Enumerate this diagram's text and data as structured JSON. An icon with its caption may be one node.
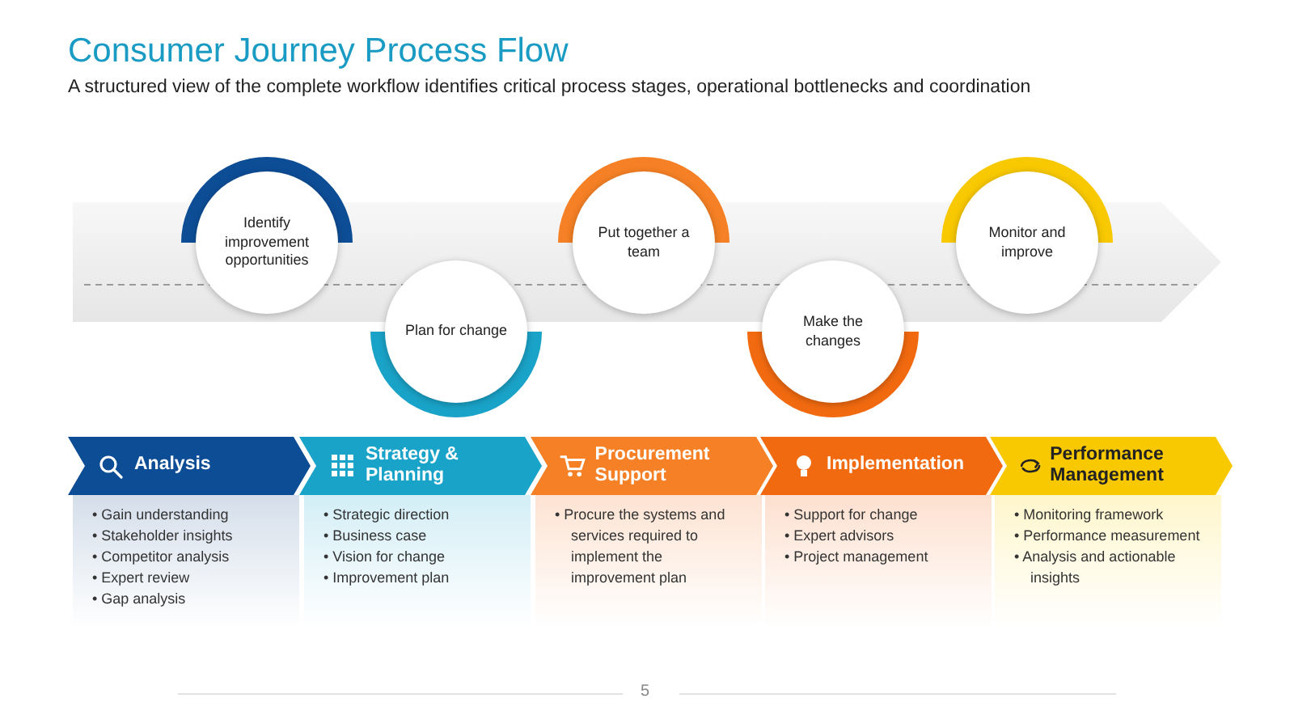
{
  "diagram": {
    "title": "Consumer Journey Process Flow",
    "nodes": [
      {
        "text": [
          "Identify improvement opportunities"
        ]
      },
      {
        "text": [
          "Plan for change"
        ]
      },
      {
        "text": [
          "Put together a team"
        ]
      },
      {
        "text": [
          "Make the changes"
        ]
      },
      {
        "text": [
          "Monitor and improve"
        ]
      },
      {
        "text": [
          "Analysis"
        ]
      },
      {
        "text": [
          "Strategy & Planning"
        ]
      },
      {
        "text": [
          "Procurement Support"
        ]
      },
      {
        "text": [
          "Implementation"
        ]
      },
      {
        "text": [
          "Performance Management"
        ]
      },
      {
        "text": [
          "• Gain understanding",
          "• Stakeholder insights",
          "• Competitor analysis",
          "• Expert review",
          "• Gap analysis"
        ]
      },
      {
        "text": [
          "• Strategic direction",
          "• Business case",
          "• Vision for change",
          "• Improvement plan"
        ]
      },
      {
        "text": [
          "• Procure the systems and services required to implement the improvement plan"
        ]
      },
      {
        "text": [
          "• Support for change",
          "• Expert advisors",
          "• Project management"
        ]
      },
      {
        "text": [
          "• Monitoring framework",
          "• Performance measurement",
          "• Analysis and actionable insights"
        ]
      }
    ],
    "labels": [
      "A structured view of the complete workflow identifies critical process stages, operational bottlenecks and coordination",
      "5"
    ]
  }
}
